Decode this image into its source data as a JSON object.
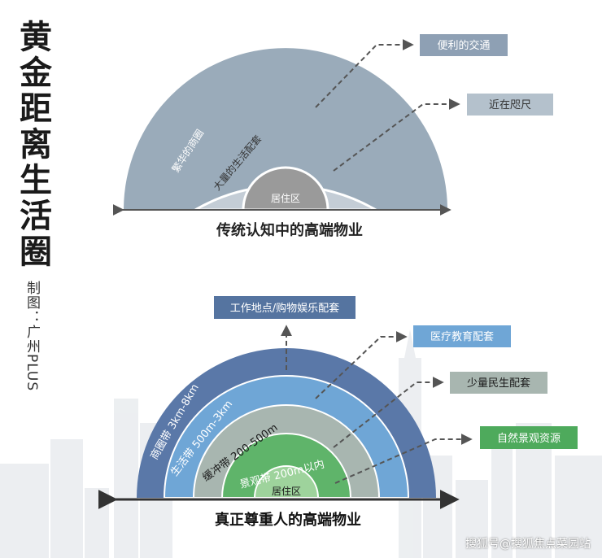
{
  "title_chars": [
    "黄",
    "金",
    "距",
    "离",
    "生",
    "活",
    "圈"
  ],
  "credit": "制图：广州PLUS",
  "top": {
    "caption": "传统认知中的高端物业",
    "rings": [
      {
        "label": "繁华的商圈",
        "color": "#9aabba"
      },
      {
        "label": "大量的生活配套",
        "color": "#c4cdd6"
      },
      {
        "label": "居住区",
        "color": "#9a9a9a"
      }
    ],
    "callouts": [
      {
        "label": "便利的交通",
        "color": "#8ea0b4"
      },
      {
        "label": "近在咫尺",
        "color": "#b4c1cc"
      }
    ]
  },
  "bottom": {
    "caption": "真正尊重人的高端物业",
    "top_callout": {
      "label": "工作地点/购物娱乐配套",
      "color": "#5574a0"
    },
    "rings": [
      {
        "label": "商圈带 3km-8km",
        "color": "#5a78a8"
      },
      {
        "label": "生活带 500m-3km",
        "color": "#6fa6d6"
      },
      {
        "label": "缓冲带 200-500m",
        "color": "#a8b6b0"
      },
      {
        "label": "景观带 200m以内",
        "color": "#5fb46a"
      },
      {
        "label": "居住区",
        "color": "#9ed39c"
      }
    ],
    "callouts": [
      {
        "label": "医疗教育配套",
        "color": "#6fa6d6"
      },
      {
        "label": "少量民生配套",
        "color": "#a8b6b0"
      },
      {
        "label": "自然景观资源",
        "color": "#4eaa5c"
      }
    ]
  },
  "watermark": "搜狐号@搜狐焦点菜园站"
}
